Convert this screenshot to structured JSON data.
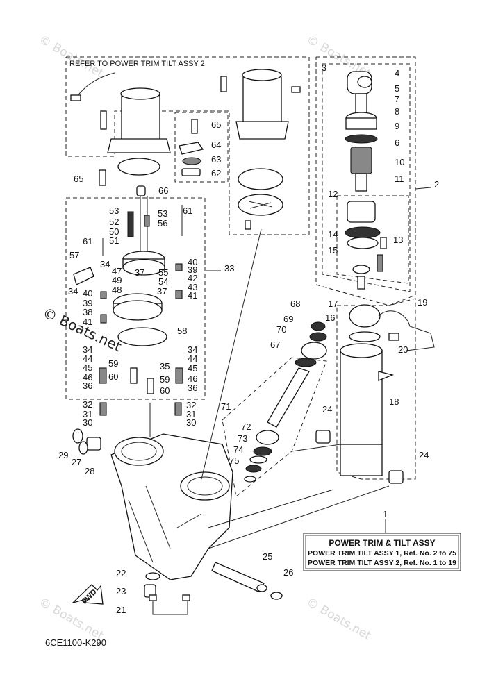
{
  "refer_note": "REFER TO POWER TRIM TILT ASSY 2",
  "diagram_code": "6CE1100-K290",
  "fwd_label": "FWD",
  "watermark": "© Boats.net",
  "watermark_side": "© Boats.net",
  "legend": {
    "title": "POWER TRIM & TILT ASSY",
    "line1": "POWER TRIM TILT ASSY 1,  Ref. No. 2 to 75",
    "line2": "POWER TRIM TILT ASSY 2,  Ref. No. 1 to 19"
  },
  "callouts": [
    "1",
    "2",
    "3",
    "4",
    "5",
    "6",
    "7",
    "8",
    "9",
    "10",
    "11",
    "12",
    "13",
    "14",
    "15",
    "16",
    "17",
    "18",
    "19",
    "20",
    "21",
    "22",
    "23",
    "24",
    "25",
    "26",
    "27",
    "28",
    "29",
    "30",
    "31",
    "32",
    "33",
    "34",
    "35",
    "36",
    "37",
    "38",
    "39",
    "40",
    "41",
    "42",
    "43",
    "44",
    "45",
    "46",
    "47",
    "48",
    "49",
    "50",
    "51",
    "52",
    "53",
    "54",
    "55",
    "56",
    "57",
    "58",
    "59",
    "60",
    "61",
    "62",
    "63",
    "64",
    "65",
    "66",
    "67",
    "68",
    "69",
    "70",
    "71",
    "72",
    "73",
    "74",
    "75"
  ]
}
